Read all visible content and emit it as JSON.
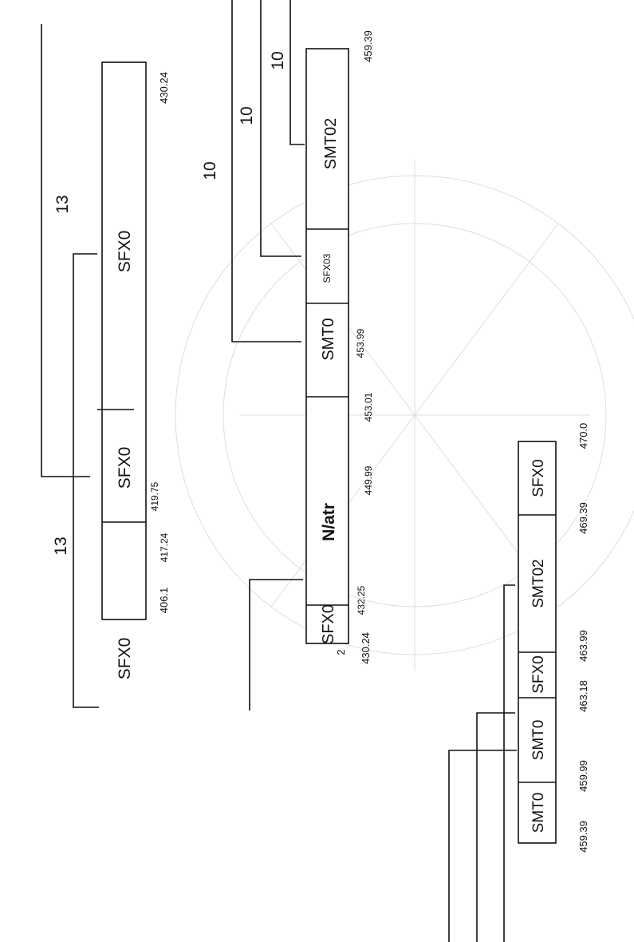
{
  "diagram": {
    "tiers": [
      {
        "id": "tier-1",
        "start": "406.1",
        "end": "430.24",
        "boundaries": [
          "417.24",
          "419.75"
        ],
        "segments": [
          "SFX0",
          "SFX0",
          "SFX0"
        ]
      },
      {
        "id": "tier-2",
        "start": "430.24",
        "end": "459.39",
        "boundaries": [
          "432.25",
          "449.99",
          "453.01",
          "453.99"
        ],
        "segments": [
          "SFX0",
          "N/atr",
          "SMT0",
          "SFX03",
          "SMT02"
        ]
      },
      {
        "id": "tier-3",
        "start": "459.39",
        "end": "470.0",
        "boundaries": [
          "459.99",
          "463.18",
          "463.99",
          "469.39"
        ],
        "segments": [
          "SMT0",
          "SMT0",
          "SFX0",
          "SMT02",
          "SFX0"
        ]
      }
    ],
    "bracket_labels": [
      "13",
      "13",
      "10",
      "10",
      "10"
    ],
    "stray_mark": "2"
  }
}
